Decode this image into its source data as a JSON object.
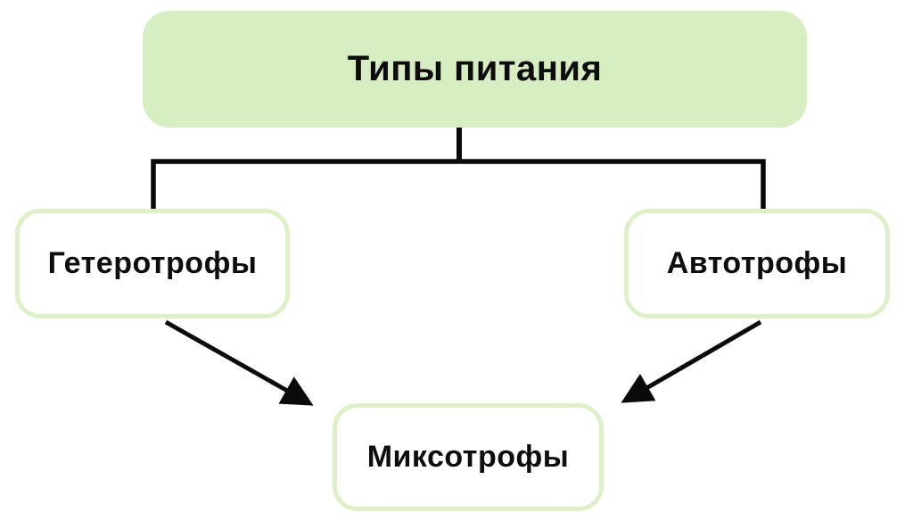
{
  "diagram": {
    "title": "Типы питания",
    "nodes": {
      "root": {
        "id": "root",
        "label": "Типы питания"
      },
      "left": {
        "id": "left",
        "label": "Гетеротрофы"
      },
      "right": {
        "id": "right",
        "label": "Автотрофы"
      },
      "bottom": {
        "id": "bottom",
        "label": "Миксотрофы"
      }
    },
    "edges": [
      {
        "from": "root",
        "to": "left",
        "style": "plain-line"
      },
      {
        "from": "root",
        "to": "right",
        "style": "plain-line"
      },
      {
        "from": "left",
        "to": "bottom",
        "style": "arrow"
      },
      {
        "from": "right",
        "to": "bottom",
        "style": "arrow"
      }
    ]
  },
  "colors": {
    "node_fill_green": "#d7eec2",
    "node_border_green": "#ddf0c8",
    "node_fill_white": "#ffffff",
    "line_black": "#0a0a0a",
    "text_black": "#0d0d0d",
    "background": "#ffffff"
  }
}
